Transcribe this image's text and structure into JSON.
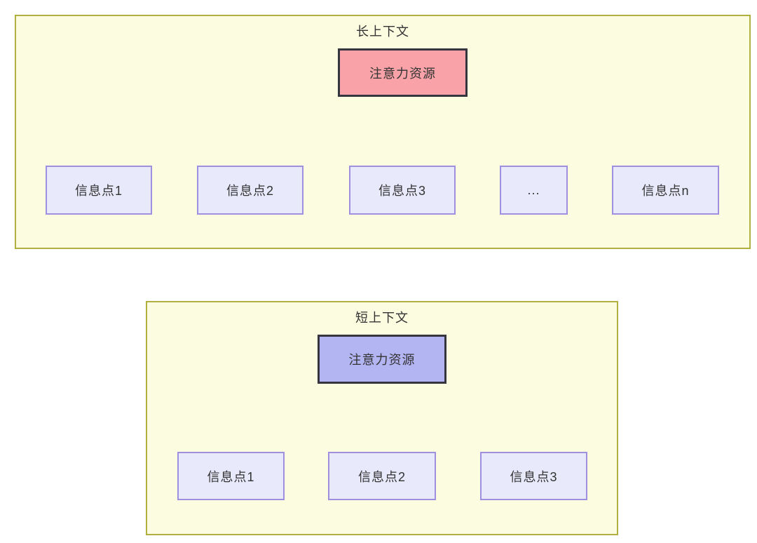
{
  "diagram": {
    "long_context": {
      "title": "长上下文",
      "root": {
        "label": "注意力资源",
        "fill": "#f9a3a8"
      },
      "children": [
        {
          "label": "信息点1"
        },
        {
          "label": "信息点2"
        },
        {
          "label": "信息点3"
        },
        {
          "label": "..."
        },
        {
          "label": "信息点n"
        }
      ]
    },
    "short_context": {
      "title": "短上下文",
      "root": {
        "label": "注意力资源",
        "fill": "#b3b4f2"
      },
      "children": [
        {
          "label": "信息点1"
        },
        {
          "label": "信息点2"
        },
        {
          "label": "信息点3"
        }
      ]
    },
    "colors": {
      "container_fill": "#fcfce1",
      "container_border": "#b1b03e",
      "child_fill": "#e9e9fc",
      "child_border": "#9e90de",
      "root_border": "#35353f",
      "edge": "#3b3b43",
      "text": "#333333"
    }
  }
}
